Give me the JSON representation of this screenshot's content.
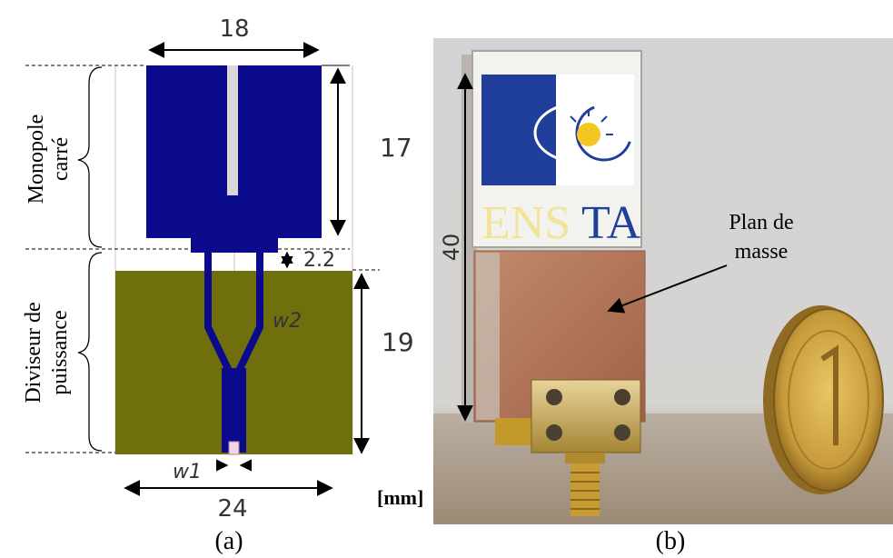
{
  "panel_a": {
    "dim_width_top": "18",
    "dim_height_patch": "17",
    "dim_gap": "2.2",
    "dim_height_divider": "19",
    "dim_width_bottom": "24",
    "label_w1": "w1",
    "label_w2": "w2",
    "label_monopole_line1": "Monopole",
    "label_monopole_line2": "carré",
    "label_divider_line1": "Diviseur de",
    "label_divider_line2": "puissance",
    "unit": "[mm]",
    "caption": "(a)",
    "colors": {
      "patch": "#0b0a8c",
      "substrate": "#6f6f0e"
    }
  },
  "panel_b": {
    "dim_height": "40",
    "logo_text_1": "ENS",
    "logo_text_2": "TA",
    "label_line1": "Plan de",
    "label_line2": "masse",
    "caption": "(b)",
    "colors": {
      "copper": "#b87a5a",
      "coin_gold": "#d2a74a"
    }
  }
}
